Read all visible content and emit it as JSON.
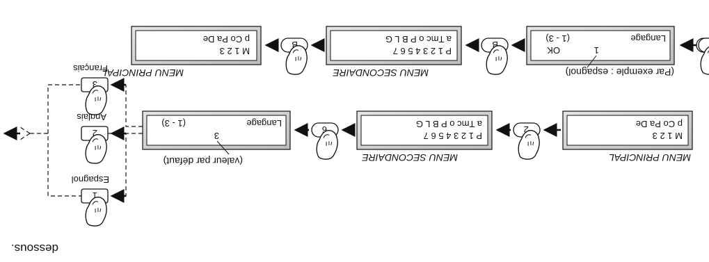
{
  "row1": {
    "menu_principal_title": "MENU PRINCIPAL",
    "menu_secondaire_title": "MENU SECONDAIRE",
    "note": "(valeur par défaut)",
    "main_display": {
      "line1": "M 1   2   3",
      "line2": "p   Co  Pa  De"
    },
    "secondary_display": {
      "line1": "P 1   2   3   4   5   6   7",
      "line2": "a  Tmc  o   P   B   L   G"
    },
    "language_display": {
      "label": "Langage",
      "range": "(1 - 3)",
      "value": "3"
    },
    "key_menu": "2",
    "key_submenu": "6",
    "options": [
      {
        "key": "1",
        "label": "Espagnol"
      },
      {
        "key": "2",
        "label": "Anglais"
      },
      {
        "key": "3",
        "label": "Français"
      }
    ]
  },
  "row2": {
    "menu_principal_title": "MENU PRINCIPAL",
    "menu_secondaire_title": "MENU SECONDAIRE",
    "note": "(Par exemple : espagnol)",
    "main_display": {
      "line1": "M 1   2   3",
      "line2": "p   Co  Pa  De"
    },
    "secondary_display": {
      "line1": "P 1   2   3   4   5   6   7",
      "line2": "a  Tmc  o   P   B   L   G"
    },
    "language_display": {
      "label": "Langage",
      "range": "(1 - 3)",
      "ok": "OK",
      "value": "1"
    },
    "key": "B"
  },
  "footer": {
    "text": "dessous."
  }
}
